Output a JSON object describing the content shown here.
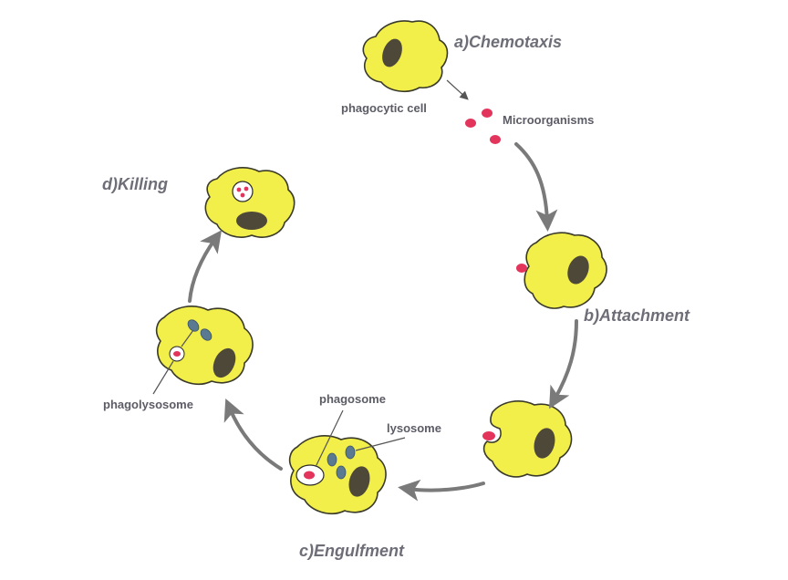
{
  "stages": {
    "chemotaxis": "a)Chemotaxis",
    "attachment": "b)Attachment",
    "engulfment": "c)Engulfment",
    "killing": "d)Killing"
  },
  "parts": {
    "phagocytic_cell": "phagocytic cell",
    "microorganisms": "Microorganisms",
    "phagosome": "phagosome",
    "lysosome": "lysosome",
    "phagolysosome": "phagolysosome"
  },
  "colors": {
    "cell_fill": "#f2ee4a",
    "nucleus": "#4e4838",
    "microorganism": "#e3345c",
    "lysosome": "#5a7a92",
    "arrow": "#7a7a7a",
    "label": "#6e6e78"
  }
}
